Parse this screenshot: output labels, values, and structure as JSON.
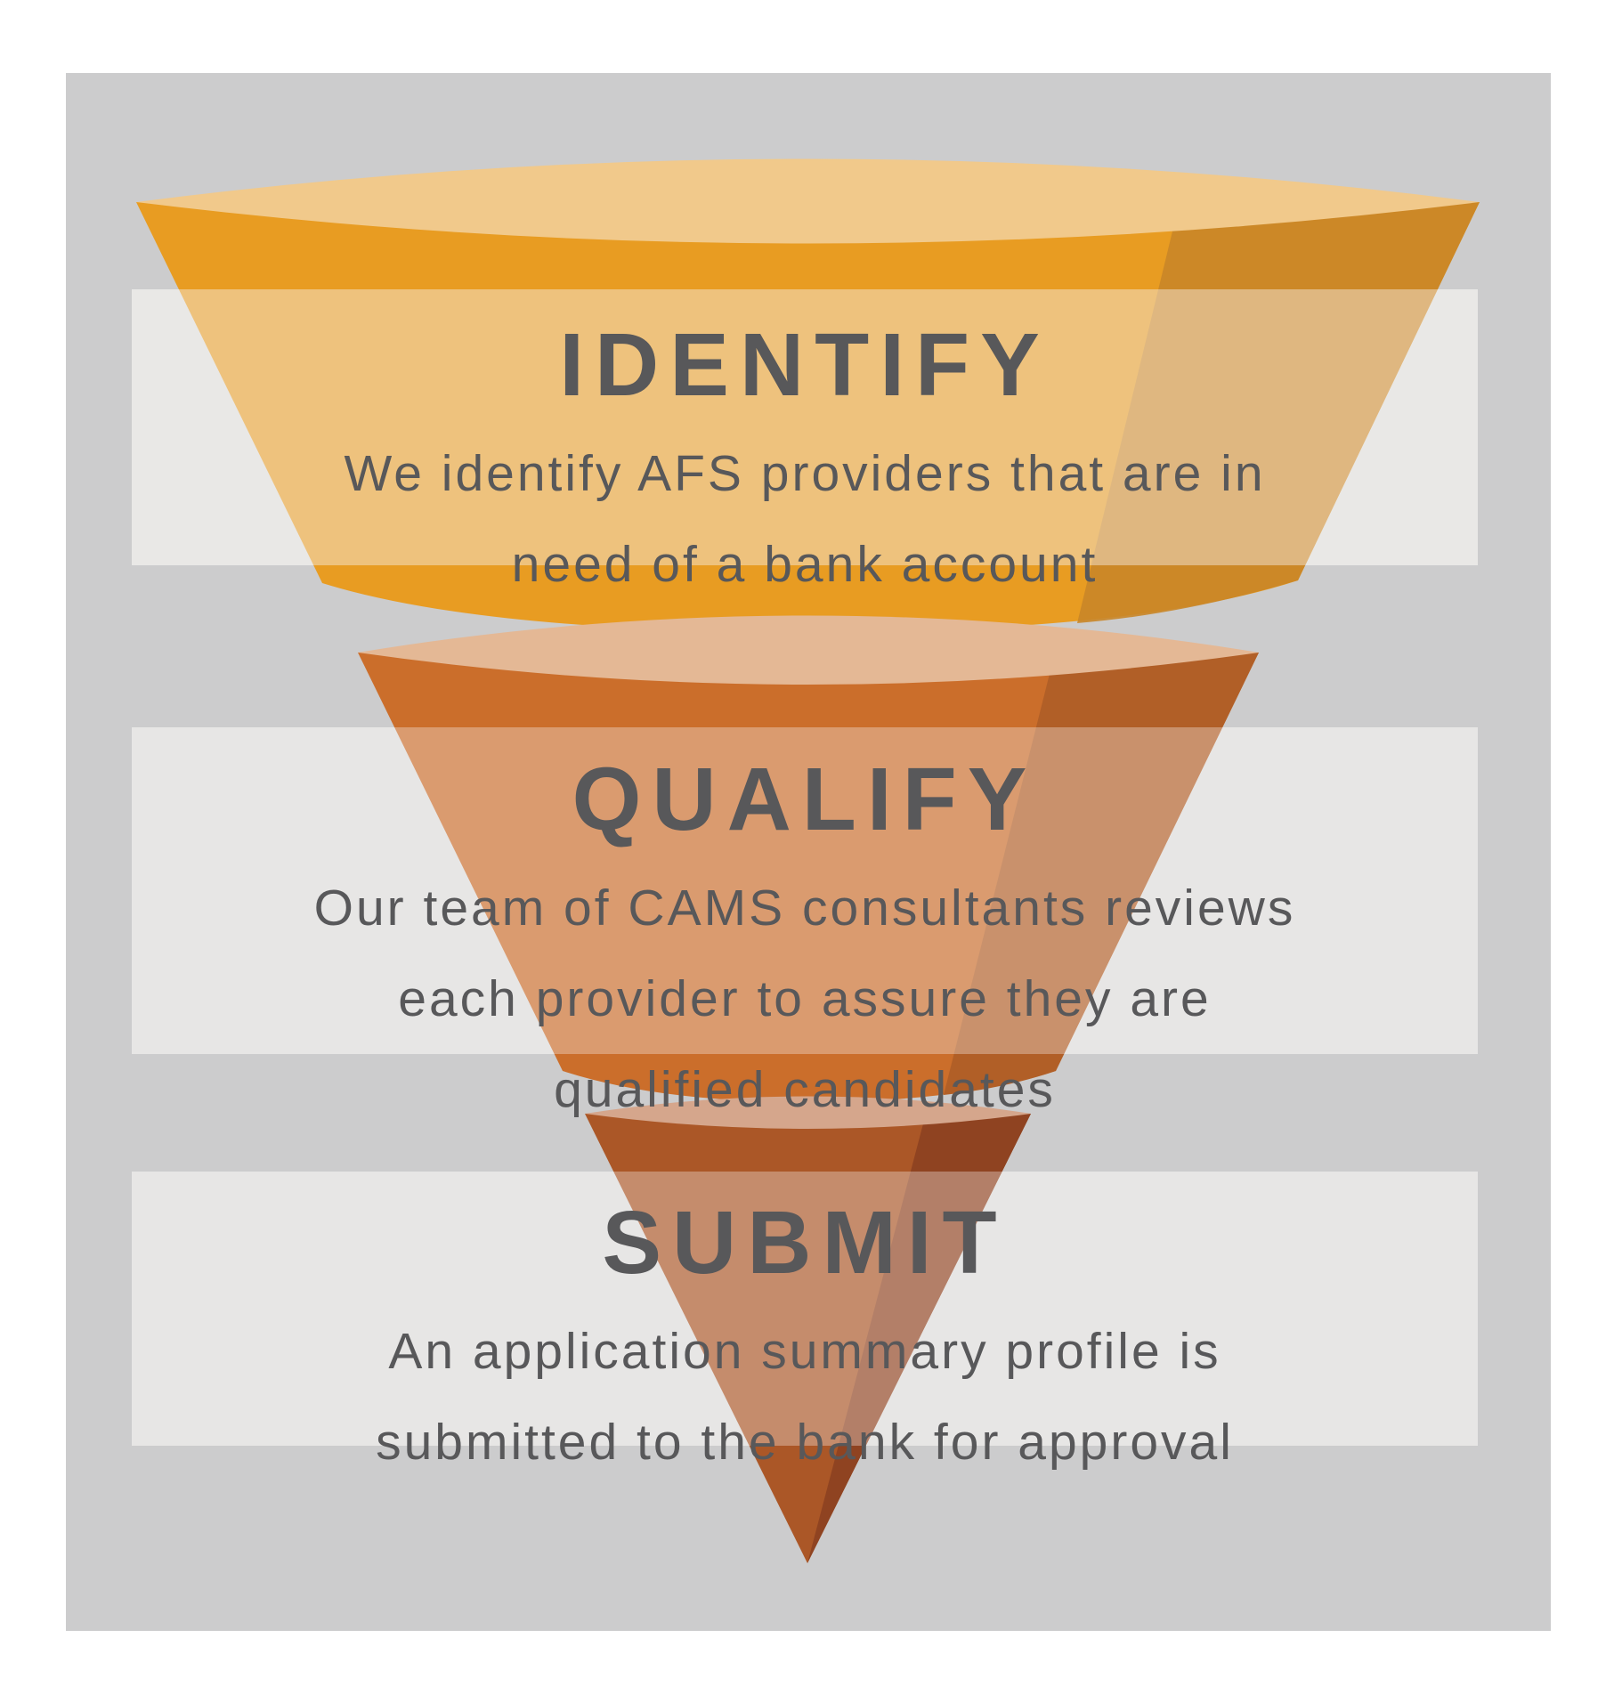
{
  "colors": {
    "background_panel": "#cccccd",
    "text_band": "#dfe0e1",
    "text": "#58585a",
    "identify_segment": "#e89c22",
    "qualify_segment": "#cb6e2b",
    "submit_segment": "#ab5727"
  },
  "stages": [
    {
      "title": "IDENTIFY",
      "description_lines": [
        "We identify AFS providers that are in",
        "need of a bank account"
      ]
    },
    {
      "title": "QUALIFY",
      "description_lines": [
        "Our team of CAMS consultants reviews",
        "each provider to assure they are",
        "qualified candidates"
      ]
    },
    {
      "title": "SUBMIT",
      "description_lines": [
        "An application summary profile is",
        "submitted to the bank for approval"
      ]
    }
  ]
}
